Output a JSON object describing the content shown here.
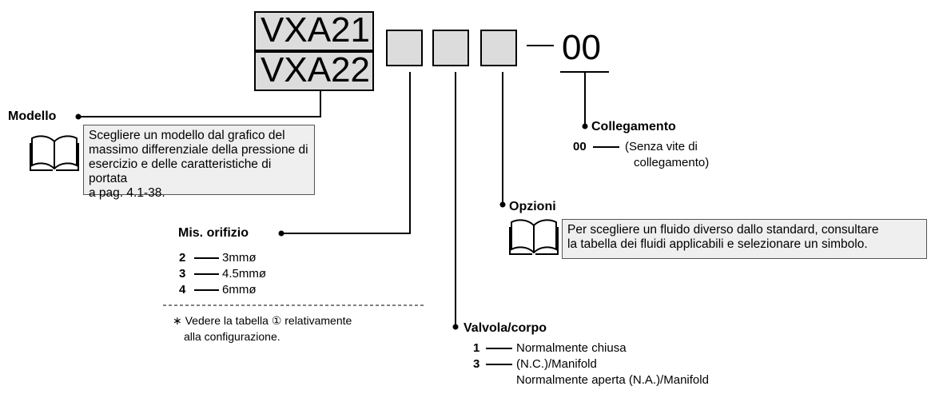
{
  "model_codes": [
    "VXA21",
    "VXA22"
  ],
  "suffix": "00",
  "sections": {
    "modello": {
      "title": "Modello",
      "note_lines": [
        "Scegliere un modello dal grafico del",
        "massimo differenziale della pressione di",
        "esercizio e delle caratteristiche di portata",
        "a pag. 4.1-38."
      ]
    },
    "orifizio": {
      "title": "Mis. orifizio",
      "options": [
        {
          "code": "2",
          "label": "3mmø"
        },
        {
          "code": "3",
          "label": "4.5mmø"
        },
        {
          "code": "4",
          "label": "6mmø"
        }
      ],
      "footnote_lines": [
        "∗ Vedere la tabella ① relativamente",
        "alla configurazione."
      ]
    },
    "valvola": {
      "title": "Valvola/corpo",
      "options": [
        {
          "code": "1",
          "label": "Normalmente chiusa"
        },
        {
          "code": "3",
          "label": "(N.C.)/Manifold"
        }
      ],
      "extra_line": "Normalmente aperta (N.A.)/Manifold"
    },
    "opzioni": {
      "title": "Opzioni",
      "note_lines": [
        "Per scegliere un fluido diverso dallo standard, consultare",
        "la tabella dei fluidi applicabili e selezionare un simbolo."
      ]
    },
    "collegamento": {
      "title": "Collegamento",
      "option_code": "00",
      "option_lines": [
        "(Senza vite di",
        "collegamento)"
      ]
    }
  },
  "icons": [
    "book-icon",
    "book-icon"
  ]
}
